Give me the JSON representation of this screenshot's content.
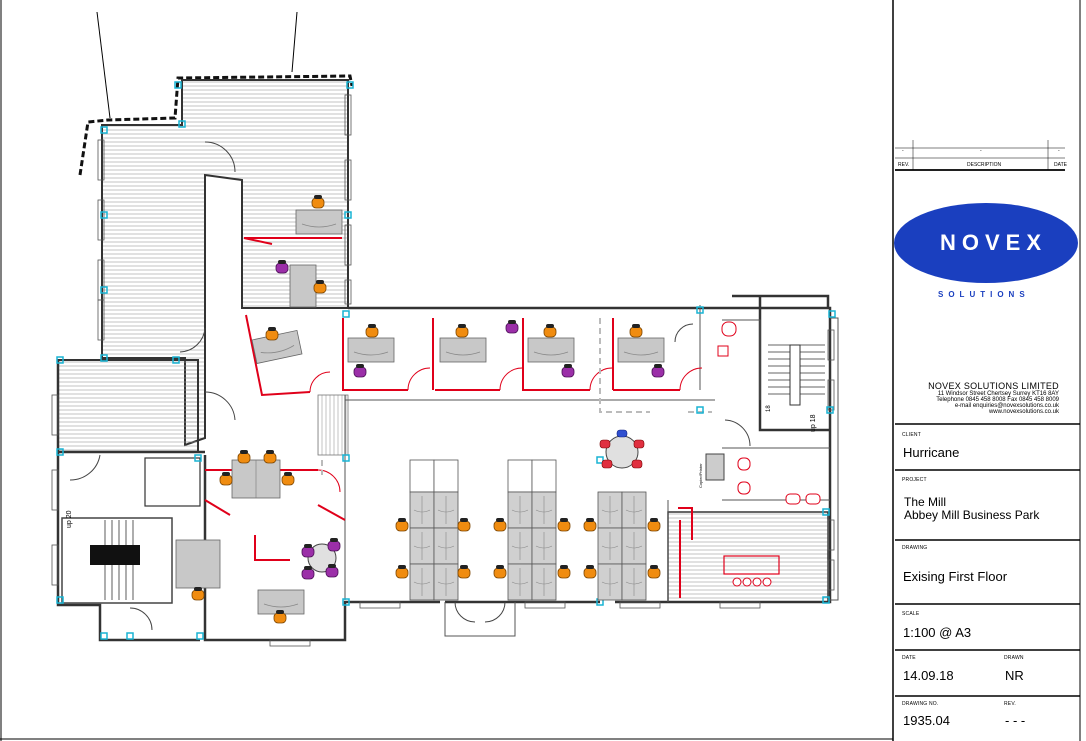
{
  "revision_table": {
    "headers": {
      "rev": "REV.",
      "description": "DESCRIPTION",
      "date": "DATE"
    },
    "rows": [
      {
        "rev": "-",
        "description": "-",
        "date": "-"
      }
    ]
  },
  "logo": {
    "name": "NOVEX",
    "tagline": "SOLUTIONS"
  },
  "company": {
    "name": "NOVEX SOLUTIONS LIMITED",
    "address": "11 Windsor Street  Chertsey  Surrey  KT16 8AY",
    "phone": "Telephone 0845 458 8008  Fax 0845 458 8009",
    "email": "e-mail  enquiries@novexsolutions.co.uk",
    "web": "www.novexsolutions.co.uk"
  },
  "title_block": {
    "client": {
      "label": "CLIENT",
      "value": "Hurricane"
    },
    "project": {
      "label": "PROJECT",
      "line1": "The Mill",
      "line2": "Abbey Mill Business Park"
    },
    "drawing": {
      "label": "DRAWING",
      "value": "Exising First Floor"
    },
    "scale": {
      "label": "SCALE",
      "value": "1:100 @ A3"
    },
    "date": {
      "label": "DATE",
      "value": "14.09.18"
    },
    "drawn": {
      "label": "DRAWN",
      "value": "NR"
    },
    "drawing_no": {
      "label": "DRAWING NO.",
      "value": "1935.04"
    },
    "rev": {
      "label": "REV.",
      "value": "- - -"
    }
  },
  "plan_labels": {
    "stair_left": "up 20",
    "stair_right": "up 18",
    "stair_right_small": "18",
    "copier": "Copier/Printer"
  },
  "colors": {
    "partition": "#e0001a",
    "chair_orange": "#f08c10",
    "chair_purple": "#9b2fa8",
    "desk_grey": "#c8c8c8",
    "logo_blue": "#1a3fbf",
    "column_cyan": "#18b4d4",
    "wall": "#333333",
    "hatch": "#999999"
  }
}
